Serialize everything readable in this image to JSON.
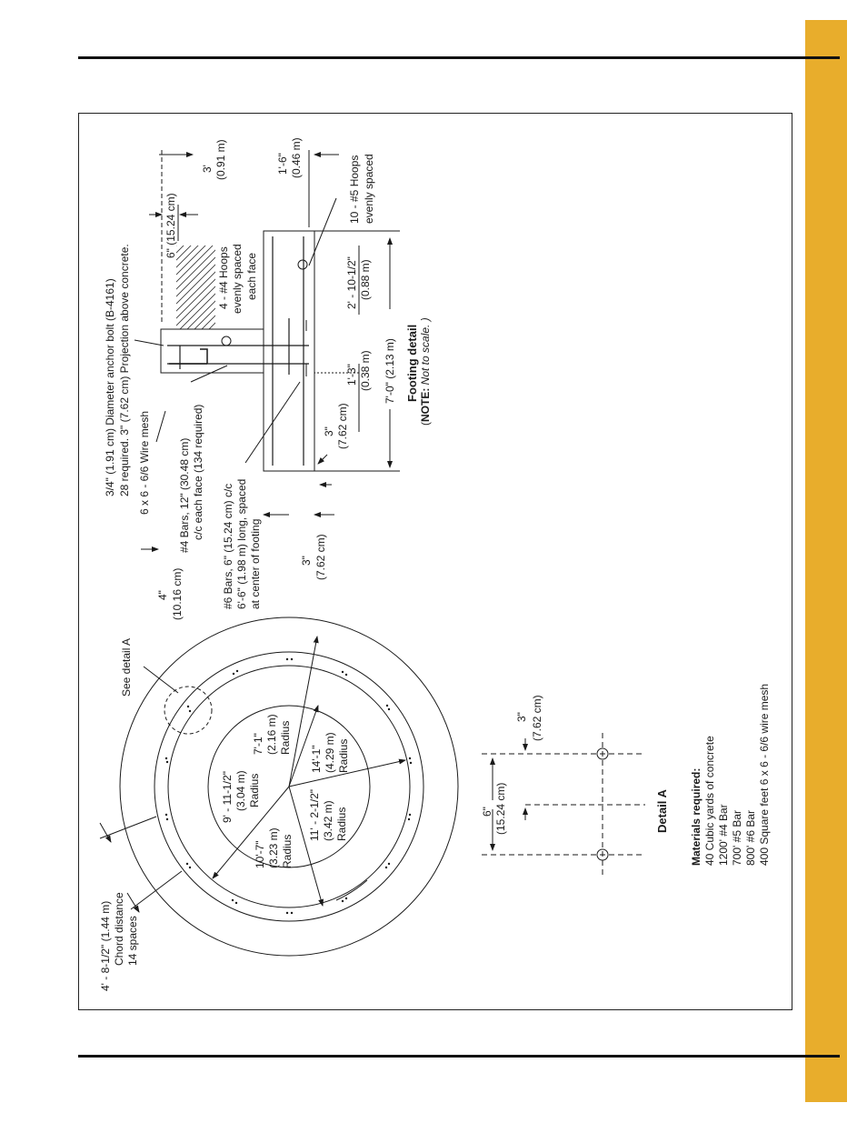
{
  "colors": {
    "accent_tab": "#e8ad2c",
    "line": "#1a1a1a"
  },
  "footing": {
    "bolt": {
      "line1": "3/4\" (1.91 cm) Diameter anchor bolt (B-4161)",
      "line2": "28 required. 3\" (7.62 cm) Projection above concrete."
    },
    "wire_mesh": "6 x 6 - 6/6 Wire mesh",
    "bars4": {
      "line1": "#4 Bars, 12\" (30.48 cm)",
      "line2": "c/c each face (134 required)"
    },
    "bars6": {
      "line1": "#6 Bars, 6\" (15.24 cm) c/c",
      "line2": "6'-6\" (1.98 m) long, spaced",
      "line3": "at center of footing"
    },
    "hoops4": {
      "line1": "4 - #4 Hoops",
      "line2": "evenly spaced",
      "line3": "each face"
    },
    "hoops5": {
      "line1": "10 - #5 Hoops",
      "line2": "evenly spaced"
    },
    "dim_6in": "6\" (15.24 cm)",
    "dim_3ft": {
      "line1": "3'",
      "line2": "(0.91 m)"
    },
    "dim_1ft6": {
      "line1": "1'-6\"",
      "line2": "(0.46 m)"
    },
    "dim_4in": {
      "line1": "4\"",
      "line2": "(10.16 cm)"
    },
    "dim_3in_a": {
      "line1": "3\"",
      "line2": "(7.62 cm)"
    },
    "dim_3in_b": {
      "line1": "3\"",
      "line2": "(7.62 cm)"
    },
    "dim_1ft3": {
      "line1": "1'-3\"",
      "line2": "(0.38 m)"
    },
    "dim_2ft10": {
      "line1": "2' - 10-1/2\"",
      "line2": "(0.88 m)"
    },
    "dim_7ft": "7'-0\" (2.13 m)",
    "title": "Footing detail",
    "note_label": "NOTE:",
    "note_text": " Not to scale. )",
    "note_open": "("
  },
  "plan": {
    "see_detail": "See detail A",
    "chord": {
      "line1": "4' - 8-1/2\" (1.44 m)",
      "line2": "Chord distance",
      "line3": "14 spaces"
    },
    "r1": {
      "line1": "7'-1\"",
      "line2": "(2.16 m)",
      "line3": "Radius"
    },
    "r2": {
      "line1": "9' - 11-1/2\"",
      "line2": "(3.04 m)",
      "line3": "Radius"
    },
    "r3": {
      "line1": "10'-7\"",
      "line2": "(3.23 m)",
      "line3": "Radius"
    },
    "r4": {
      "line1": "11' - 2-1/2\"",
      "line2": "(3.42 m)",
      "line3": "Radius"
    },
    "r5": {
      "line1": "14'-1\"",
      "line2": "(4.29 m)",
      "line3": "Radius"
    }
  },
  "detail_a": {
    "title": "Detail A",
    "dim_6in": {
      "line1": "6\"",
      "line2": "(15.24 cm)"
    },
    "dim_3in": {
      "line1": "3\"",
      "line2": "(7.62 cm)"
    }
  },
  "materials": {
    "heading": "Materials required:",
    "items": [
      "40 Cubic yards of concrete",
      "1200' #4 Bar",
      "700' #5 Bar",
      "800' #6 Bar",
      "400 Square feet 6 x 6 - 6/6 wire mesh"
    ]
  }
}
